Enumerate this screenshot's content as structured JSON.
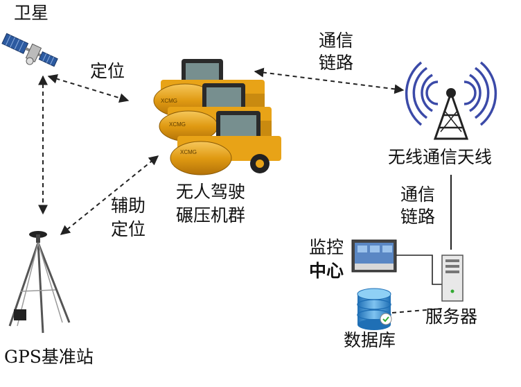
{
  "nodes": {
    "satellite": {
      "label": "卫星",
      "icon": "satellite-icon"
    },
    "gps_base": {
      "label": "GPS基准站",
      "icon": "gps-tripod-icon"
    },
    "rollers": {
      "label_line1": "无人驾驶",
      "label_line2": "碾压机群",
      "icon": "road-roller-icon",
      "brand_text": "XCMG"
    },
    "antenna": {
      "label": "无线通信天线",
      "icon": "antenna-tower-icon"
    },
    "monitor": {
      "label_line1": "监控",
      "label_line2": "中心",
      "icon": "monitor-screen-icon"
    },
    "server": {
      "label": "服务器",
      "icon": "server-tower-icon"
    },
    "database": {
      "label": "数据库",
      "icon": "database-icon"
    }
  },
  "edges": {
    "positioning": {
      "label": "定位"
    },
    "assist_positioning": {
      "label_line1": "辅助",
      "label_line2": "定位"
    },
    "comm_link_top": {
      "label_line1": "通信",
      "label_line2": "链路"
    },
    "comm_link_side": {
      "label_line1": "通信",
      "label_line2": "链路"
    }
  },
  "colors": {
    "roller_body": "#e8a317",
    "roller_dark": "#2a2a2a",
    "line": "#222222",
    "antenna_waves": "#3b4aa8",
    "satellite_panel": "#2c5aa0",
    "database": "#3d8fd1"
  }
}
